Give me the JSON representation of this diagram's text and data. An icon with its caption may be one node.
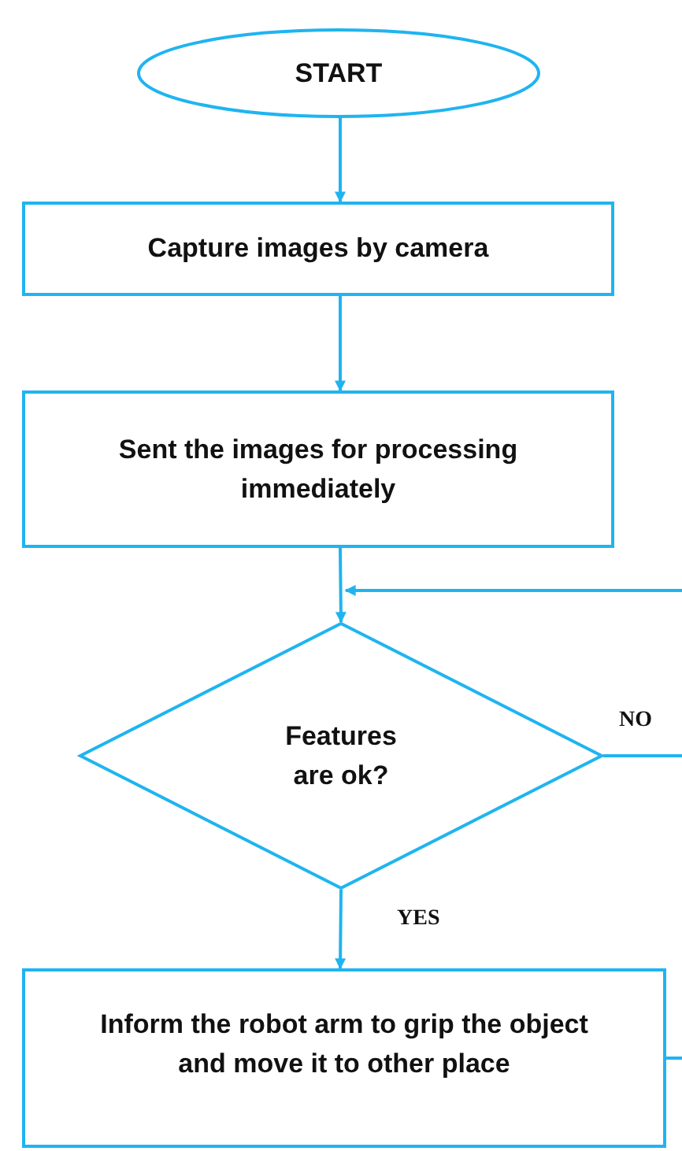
{
  "diagram": {
    "nodes": [
      {
        "text": [
          "START"
        ]
      },
      {
        "text": [
          "Capture images by camera"
        ]
      },
      {
        "text": [
          "Sent the images for processing immediately"
        ]
      },
      {
        "text": [
          "Features are ok?"
        ]
      },
      {
        "text": [
          "Inform the robot arm to grip the object and move it to other place"
        ]
      }
    ],
    "edges": [
      {
        "from": 0,
        "to": 1,
        "arrow": "to"
      },
      {
        "from": 1,
        "to": 2,
        "arrow": "to"
      },
      {
        "from": 2,
        "to": 3,
        "arrow": "to"
      },
      {
        "from": 3,
        "to": null,
        "arrow": "none",
        "label": "NO"
      },
      {
        "from": null,
        "to": 3,
        "arrow": "to"
      },
      {
        "from": 3,
        "to": 4,
        "arrow": "to",
        "label": "YES"
      },
      {
        "from": 4,
        "to": null,
        "arrow": "none"
      }
    ]
  }
}
